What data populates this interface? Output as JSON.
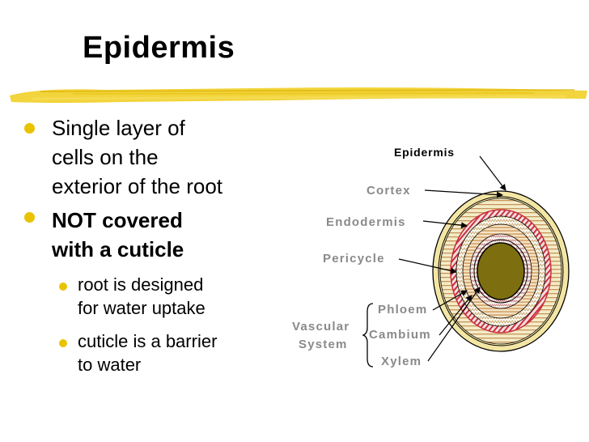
{
  "slide": {
    "title": "Epidermis",
    "bullets": [
      {
        "lines": [
          "Single layer of",
          "cells on the",
          "exterior of the root"
        ],
        "bold": false
      },
      {
        "lines": [
          "NOT covered",
          "with a cuticle"
        ],
        "bold": true
      }
    ],
    "sub_bullets": [
      {
        "lines": [
          "root is designed",
          "for water uptake"
        ]
      },
      {
        "lines": [
          "cuticle is a barrier",
          "to water"
        ]
      }
    ]
  },
  "diagram": {
    "labels": {
      "epidermis": "Epidermis",
      "cortex": "Cortex",
      "endodermis": "Endodermis",
      "pericycle": "Pericycle",
      "phloem": "Phloem",
      "cambium": "Cambium",
      "xylem": "Xylem",
      "vascular_line1": "Vascular",
      "vascular_line2": "System"
    },
    "icons": [
      "bullet-dot-icon",
      "sub-bullet-dot-icon"
    ]
  },
  "colors": {
    "accent_yellow": "#e9c300",
    "label_gray": "#8a8a8a",
    "epidermis_fill": "#f3e6a4",
    "cortex_stripe": "#c7955a",
    "endodermis_red": "#c8313f",
    "pericycle_fill": "#fbfbf4",
    "xylem_olive": "#7d6e10"
  }
}
